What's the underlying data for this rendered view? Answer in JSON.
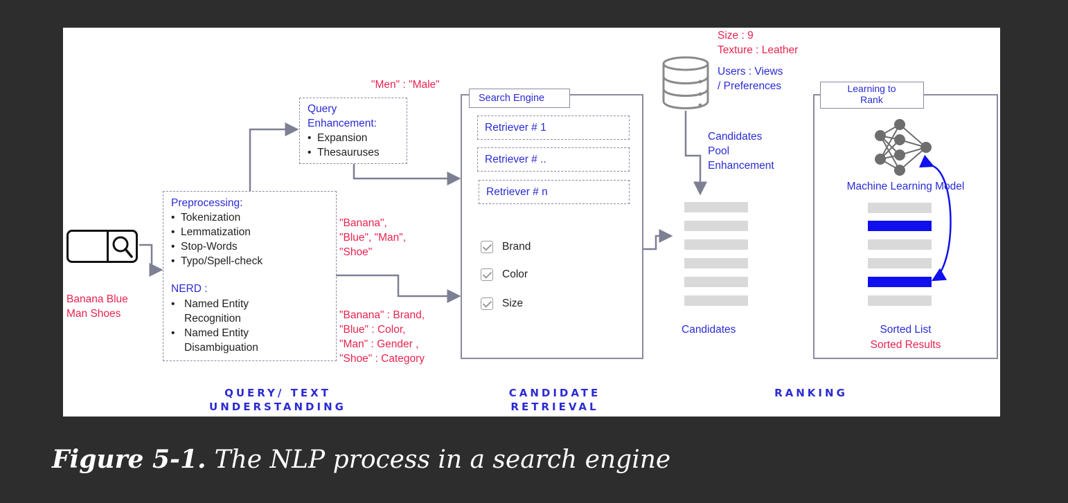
{
  "search_query": "Banana Blue\nMan Shoes",
  "query_enhancement": {
    "title": "Query\nEnhancement:",
    "items": [
      "Expansion",
      "Thesauruses"
    ],
    "annotation": "\"Men\" : \"Male\""
  },
  "preprocessing": {
    "title": "Preprocessing:",
    "items": [
      "Tokenization",
      "Lemmatization",
      "Stop-Words",
      "Typo/Spell-check"
    ],
    "nerd_title": "NERD :",
    "nerd_items": [
      "Named Entity\nRecognition",
      "Named Entity\nDisambiguation"
    ],
    "tokens_annotation": "\"Banana\",\n\"Blue\", \"Man\",\n\"Shoe\"",
    "entities_annotation": "\"Banana\" : Brand,\n\"Blue\" : Color,\n\"Man\" : Gender ,\n\"Shoe\" : Category"
  },
  "search_engine": {
    "title": "Search Engine",
    "retrievers": [
      "Retriever # 1",
      "Retriever # ..",
      "Retriever # n"
    ],
    "filters": [
      "Brand",
      "Color",
      "Size"
    ]
  },
  "database": {
    "attributes": "Size : 9\nTexture : Leather",
    "users": "Users : Views\n/ Preferences",
    "pool_label": "Candidates\nPool\nEnhancement"
  },
  "candidates": {
    "label": "Candidates"
  },
  "ranking": {
    "title": "Learning to\nRank",
    "model_label": "Machine Learning Model",
    "sorted_list": "Sorted List",
    "sorted_results": "Sorted Results"
  },
  "stages": [
    "QUERY/ TEXT\nUNDERSTANDING",
    "CANDIDATE\nRETRIEVAL",
    "RANKING"
  ],
  "caption": {
    "number": "Figure 5-1.",
    "text": "The NLP process in a search engine"
  },
  "colors": {
    "accent_blue": "#2b2bd4",
    "annotation_red": "#e8234f",
    "highlight_bar": "#1010ee",
    "background": "#2d2d2d"
  },
  "icons": [
    "search-icon",
    "database-icon",
    "neural-network-icon",
    "swap-arrow-icon",
    "checkbox-icon"
  ]
}
